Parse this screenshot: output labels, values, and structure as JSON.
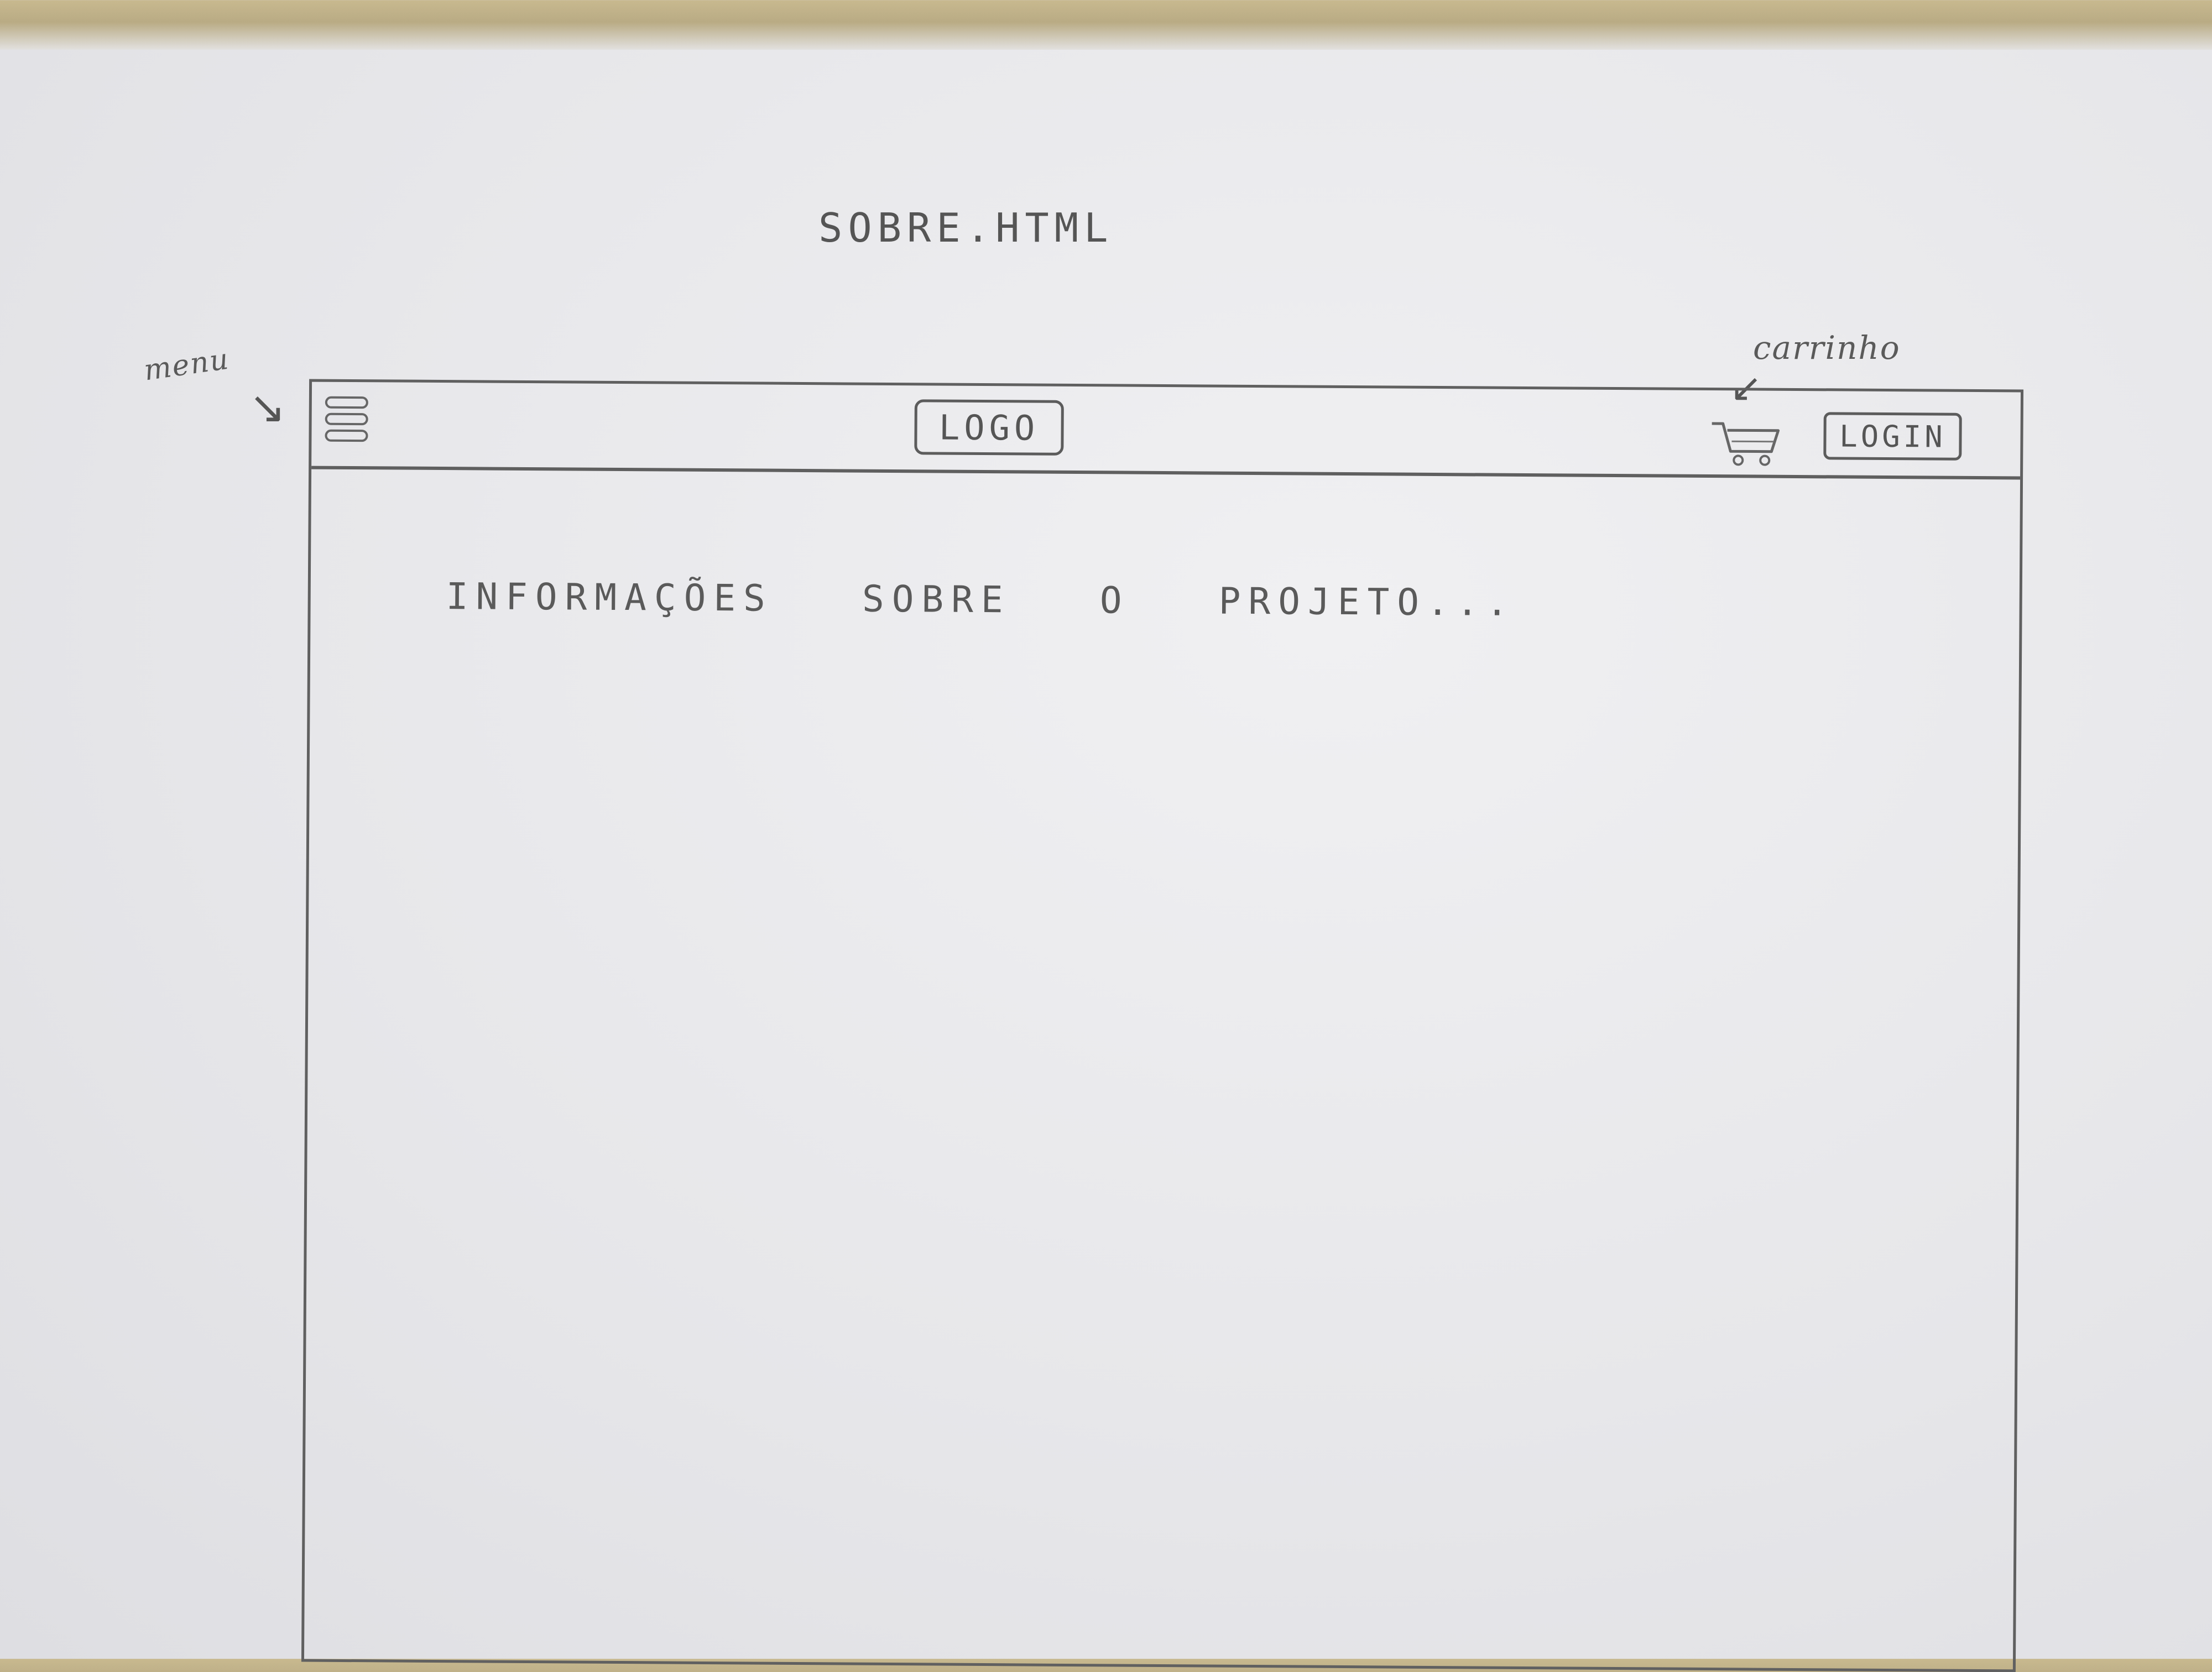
{
  "page": {
    "title": "SOBRE.HTML"
  },
  "annotations": {
    "menu": "menu",
    "cart": "carrinho"
  },
  "navbar": {
    "logo_label": "LOGO",
    "login_label": "LOGIN",
    "menu_icon": "hamburger-menu-icon",
    "cart_icon": "shopping-cart-icon"
  },
  "content": {
    "info_text": "INFORMAÇÕES   SOBRE   O   PROJETO..."
  }
}
